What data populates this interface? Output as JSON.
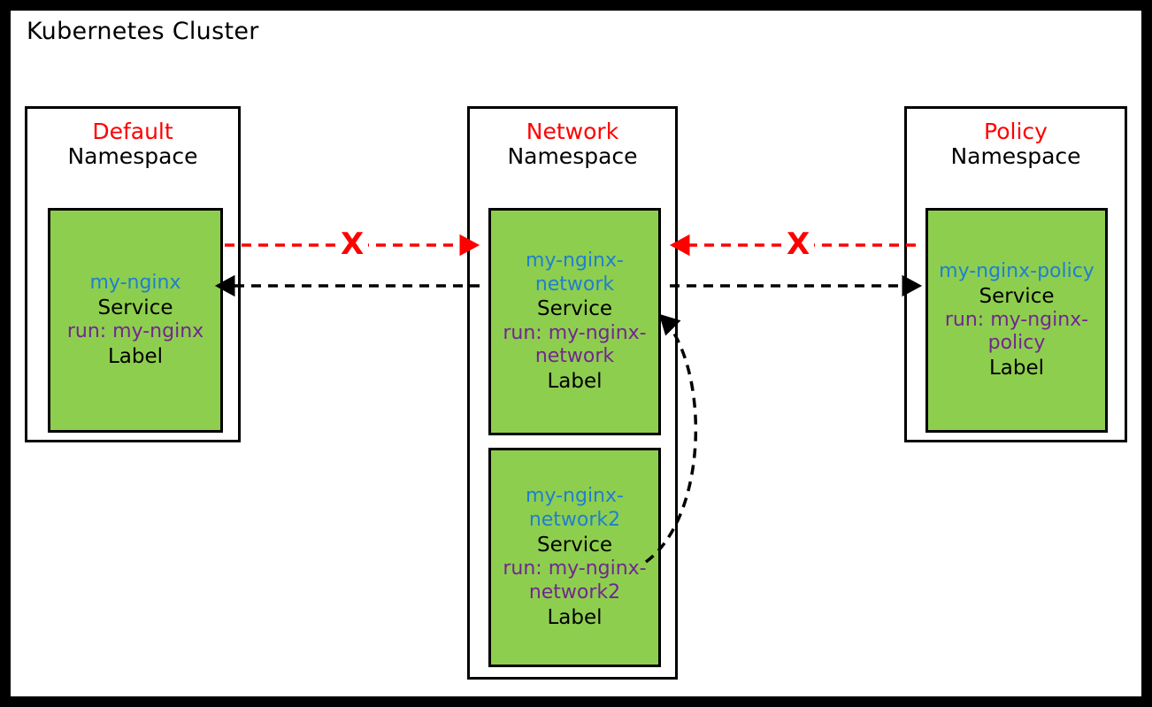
{
  "diagram": {
    "title": "Kubernetes Cluster",
    "colors": {
      "namespace_title": "#ff0000",
      "service_box_fill": "#8ece4e",
      "service_name": "#1f7fd0",
      "service_label": "#71278f",
      "blocked_arrow": "#ff0000",
      "allowed_arrow": "#000000",
      "frame": "#000000",
      "background": "#ffffff"
    }
  },
  "namespaces": [
    {
      "name": "Default",
      "kind_label": "Namespace",
      "services": [
        {
          "name": "my-nginx",
          "kind": "Service",
          "label_selector": "run: my-nginx",
          "label_kind": "Label"
        }
      ]
    },
    {
      "name": "Network",
      "kind_label": "Namespace",
      "services": [
        {
          "name": "my-nginx-network",
          "kind": "Service",
          "label_selector": "run: my-nginx-network",
          "label_kind": "Label"
        },
        {
          "name": "my-nginx-network2",
          "kind": "Service",
          "label_selector": "run: my-nginx-network2",
          "label_kind": "Label"
        }
      ]
    },
    {
      "name": "Policy",
      "kind_label": "Namespace",
      "services": [
        {
          "name": "my-nginx-policy",
          "kind": "Service",
          "label_selector": "run: my-nginx-policy",
          "label_kind": "Label"
        }
      ]
    }
  ],
  "connections": [
    {
      "id": "default-to-network-blocked",
      "from": "my-nginx",
      "to": "my-nginx-network",
      "direction": "right",
      "style": "dashed",
      "color": "#ff0000",
      "blocked": true,
      "marker": "X"
    },
    {
      "id": "network-to-default-allowed",
      "from": "my-nginx-network",
      "to": "my-nginx",
      "direction": "left",
      "style": "dashed",
      "color": "#000000",
      "blocked": false,
      "marker": ""
    },
    {
      "id": "policy-to-network-blocked",
      "from": "my-nginx-policy",
      "to": "my-nginx-network",
      "direction": "left",
      "style": "dashed",
      "color": "#ff0000",
      "blocked": true,
      "marker": "X"
    },
    {
      "id": "network-to-policy-allowed",
      "from": "my-nginx-network",
      "to": "my-nginx-policy",
      "direction": "right",
      "style": "dashed",
      "color": "#000000",
      "blocked": false,
      "marker": ""
    },
    {
      "id": "network2-to-network-allowed",
      "from": "my-nginx-network2",
      "to": "my-nginx-network",
      "direction": "curved-up",
      "style": "dashed",
      "color": "#000000",
      "blocked": false,
      "marker": ""
    }
  ]
}
